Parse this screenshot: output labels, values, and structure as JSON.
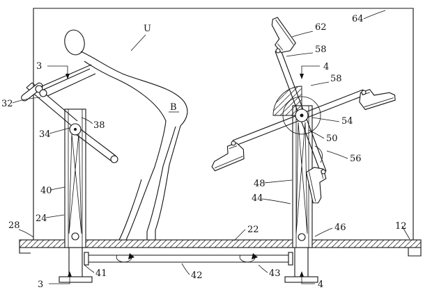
{
  "figure": {
    "kind": "patent-line-drawing",
    "colors": {
      "line": "#111111",
      "background": "#ffffff"
    }
  },
  "labels": {
    "u": "U",
    "b": "B",
    "n3_top": "3",
    "n3_bottom": "3",
    "n4_top": "4",
    "n4_bottom": "4",
    "n12": "12",
    "n22": "22",
    "n24": "24",
    "n28": "28",
    "n32": "32",
    "n34": "34",
    "n38": "38",
    "n40": "40",
    "n41": "41",
    "n42": "42",
    "n43": "43",
    "n44": "44",
    "n46": "46",
    "n48": "48",
    "n50": "50",
    "n54": "54",
    "n56": "56",
    "n58a": "58",
    "n58b": "58",
    "n62": "62",
    "n64": "64"
  }
}
